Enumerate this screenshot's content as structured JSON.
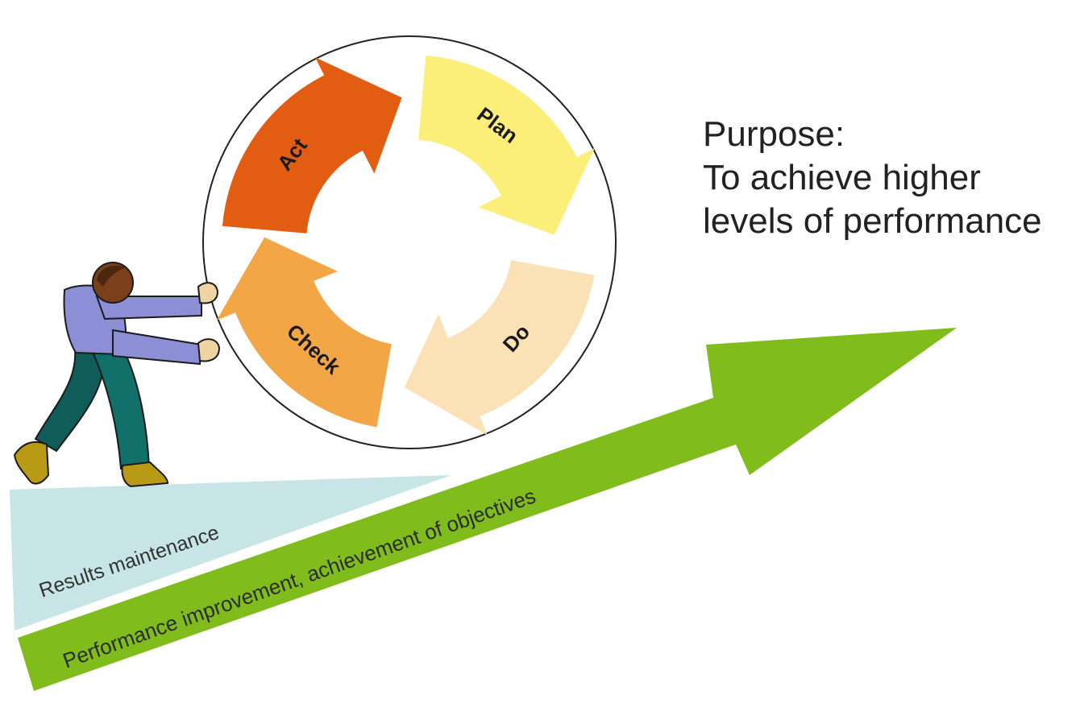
{
  "cycle": {
    "stages": [
      {
        "label": "Plan",
        "color": "#fbef79"
      },
      {
        "label": "Do",
        "color": "#fbe2b6"
      },
      {
        "label": "Check",
        "color": "#f3a646"
      },
      {
        "label": "Act",
        "color": "#e25d12"
      }
    ],
    "wheel_color": "#ffffff",
    "wheel_outline": "#222222"
  },
  "purpose": {
    "line1": "Purpose:",
    "line2": "To achieve higher",
    "line3": "levels of performance"
  },
  "baseline": {
    "label": "Results maintenance",
    "color": "#c7e4e6"
  },
  "improvement_arrow": {
    "label": "Performance improvement, achievement of objectives",
    "color": "#7fbc1c"
  },
  "figure": {
    "description_icon": "person-pushing-icon"
  }
}
